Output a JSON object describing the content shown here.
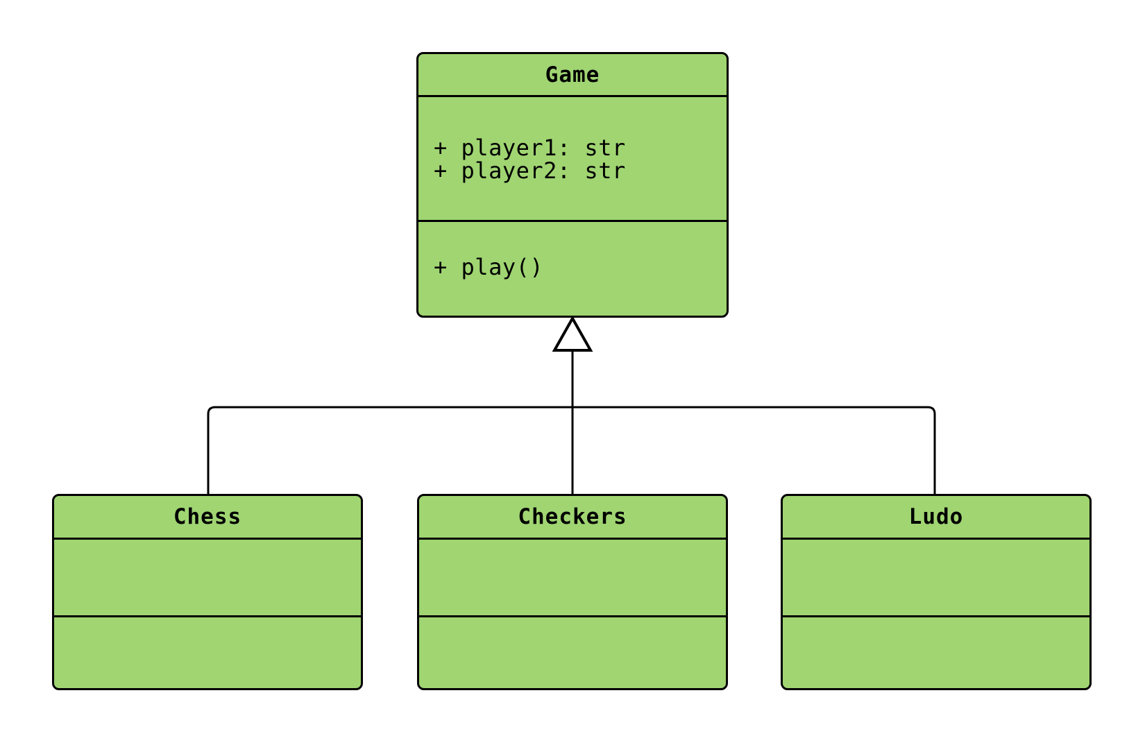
{
  "diagram": {
    "type": "uml-class-inheritance",
    "background_color": "#ffffff",
    "node_fill_color": "#a0d572",
    "node_border_color": "#000000",
    "text_color": "#000000",
    "relationship": "inheritance (hollow triangle pointing to superclass)",
    "superclass": {
      "name": "Game",
      "attributes": [
        "+ player1: str",
        "+ player2: str"
      ],
      "methods": [
        "+ play()"
      ]
    },
    "subclasses": [
      {
        "name": "Chess",
        "attributes": [],
        "methods": []
      },
      {
        "name": "Checkers",
        "attributes": [],
        "methods": []
      },
      {
        "name": "Ludo",
        "attributes": [],
        "methods": []
      }
    ]
  }
}
